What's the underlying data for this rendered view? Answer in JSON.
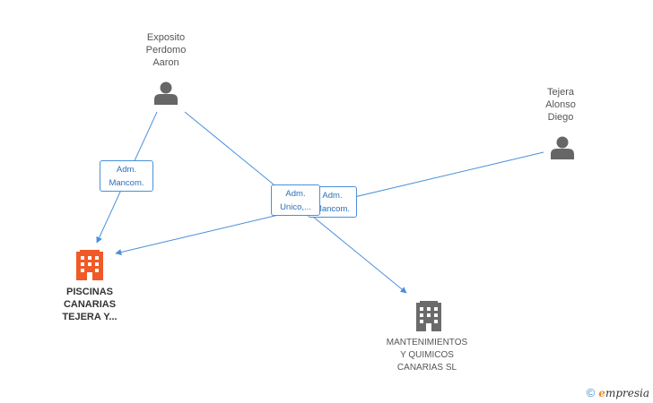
{
  "nodes": {
    "exposito": {
      "name": "Exposito\nPerdomo\nAaron"
    },
    "tejera": {
      "name": "Tejera\nAlonso\nDiego"
    },
    "piscinas": {
      "name": "PISCINAS\nCANARIAS\nTEJERA Y..."
    },
    "mantenimientos": {
      "name": "MANTENIMIENTOS\nY QUIMICOS\nCANARIAS  SL"
    }
  },
  "edges": {
    "exposito_piscinas": {
      "label": "Adm.\nMancom."
    },
    "exposito_mantenimientos": {
      "label": "Adm.\nUnico,..."
    },
    "tejera_piscinas": {
      "label": "Adm.\nMancom."
    }
  },
  "colors": {
    "edge": "#4a90d9",
    "person_icon": "#666666",
    "company_main": "#f05a28",
    "company_other": "#6b6b6b"
  },
  "footer": {
    "copyright": "©",
    "brand_prefix": "e",
    "brand_rest": "mpresia"
  }
}
